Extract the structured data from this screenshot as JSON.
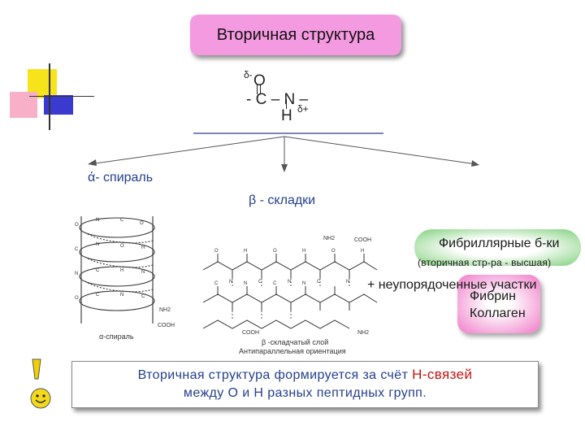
{
  "title": "Вторичная структура",
  "formula": {
    "delta_minus": "δ-",
    "oxygen": "O",
    "chain": "- C – N –",
    "hydrogen": "H",
    "delta_plus": "δ+"
  },
  "alpha_label": "ά- спираль",
  "beta_label": "β - складки",
  "helix_caption": "α-спираль",
  "beta_caption_line1": "β -складчатый слой",
  "beta_caption_line2": "Антипараллельная ориентация",
  "helix_nh2": "NH2",
  "helix_cooh": "COOH",
  "beta_nh2_top": "NH2",
  "beta_cooh_top": "COOH",
  "beta_cooh_bottom": "COOH",
  "beta_nh2_bottom": "NH2",
  "fibrillar": {
    "title": "Фибриллярные б-ки",
    "subtitle": "(вторичная стр-ра - высшая)",
    "extra": "+ неупорядоченные участки",
    "items": [
      "Фибрин",
      "Коллаген"
    ]
  },
  "bottom": {
    "part1": "Вторичная структура формируется за счёт ",
    "highlight": "Н-связей",
    "part2": "между О и Н разных пептидных групп."
  },
  "colors": {
    "title_bg": "#f49ae0",
    "label_blue": "#233f8c",
    "highlight_red": "#cc1111",
    "fibrillar_green": "#7fcf7a",
    "pink": "#f07ac8"
  }
}
